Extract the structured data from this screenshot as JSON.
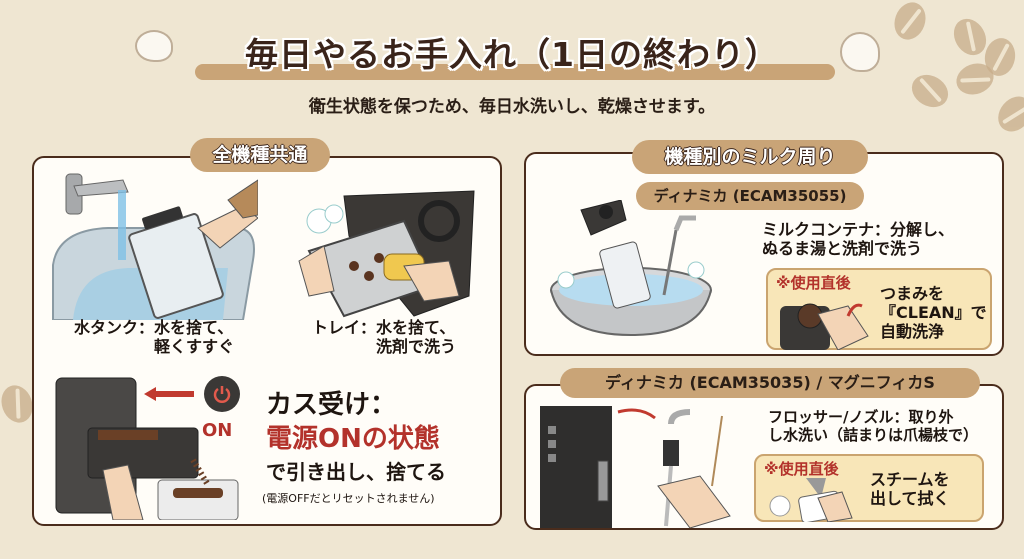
{
  "header": {
    "title": "毎日やるお手入れ（1日の終わり）",
    "subtitle": "衛生状態を保つため、毎日水洗いし、乾燥させます。"
  },
  "colors": {
    "background": "#efe6d2",
    "accent_tan": "#c9a477",
    "border_brown": "#4a2c1c",
    "alert_red": "#b3322b",
    "note_box": "#f8e6b8"
  },
  "common_panel": {
    "heading": "全機種共通",
    "water_tank": {
      "name": "水タンク：",
      "line1": "水を捨て、",
      "line2": "軽くすすぐ",
      "icon": "water-tank-rinse-illustration"
    },
    "tray": {
      "name": "トレイ：",
      "line1": "水を捨て、",
      "line2": "洗剤で洗う",
      "icon": "drip-tray-sponge-illustration"
    },
    "grounds": {
      "heading": "カス受け：",
      "highlight": "電源ONの状態",
      "action": "で引き出し、捨てる",
      "note": "(電源OFFだとリセットされません)",
      "power_label": "ON",
      "icon": "power-icon"
    }
  },
  "milk_panel": {
    "heading": "機種別のミルク周り",
    "model_a": {
      "label": "ディナミカ (ECAM35055)",
      "desc_line1": "ミルクコンテナ：分解し、",
      "desc_line2": "ぬるま湯と洗剤で洗う",
      "note_tag": "※使用直後",
      "note_line1": "つまみを",
      "note_line2": "『CLEAN』で",
      "note_line3": "自動洗浄"
    },
    "model_b": {
      "label": "ディナミカ (ECAM35035) / マグニフィカS",
      "desc_line1": "フロッサー/ノズル：取り外",
      "desc_line2": "し水洗い（詰まりは爪楊枝で）",
      "note_tag": "※使用直後",
      "note_line1": "スチームを",
      "note_line2": "出して拭く"
    }
  }
}
